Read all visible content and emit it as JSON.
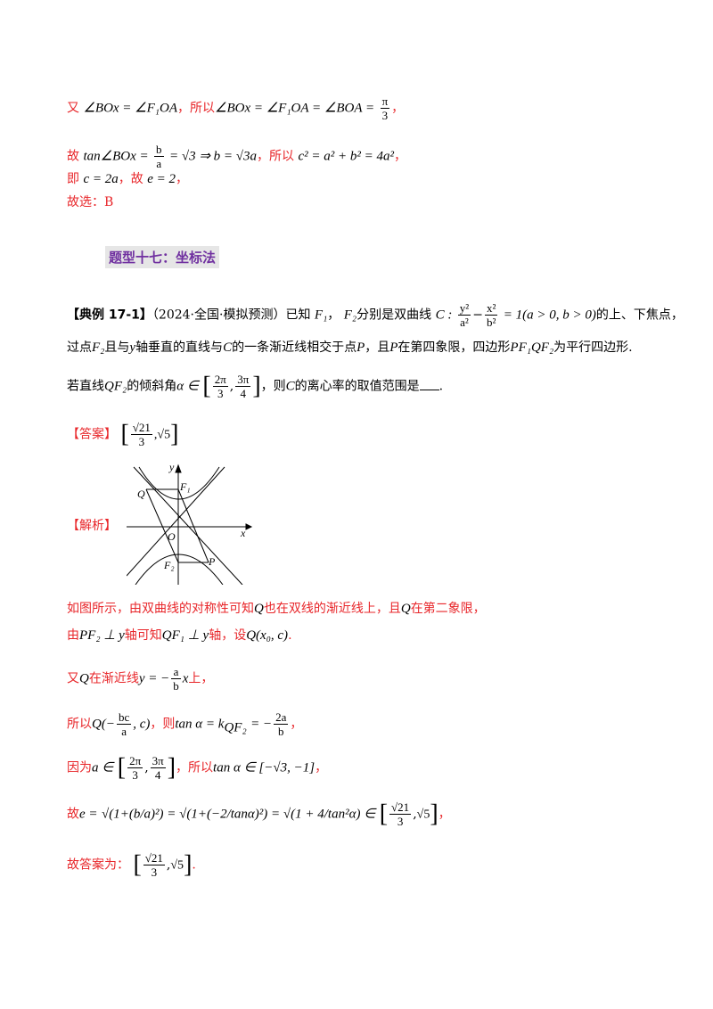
{
  "lines": {
    "l1_a": "又",
    "l1_b": "∠BOx = ∠F₁OA",
    "l1_c": "，所以",
    "l1_d": "∠BOx = ∠F₁OA = ∠BOA =",
    "l1_e": "，",
    "l2_a": "故",
    "l2_b": "tan∠BOx =",
    "l2_c": "= √3 ⇒ b = √3a",
    "l2_d": "，所以",
    "l2_e": "c² = a² + b² = 4a²",
    "l2_f": "，",
    "l3_a": "即",
    "l3_b": "c = 2a",
    "l3_c": "，故",
    "l3_d": "e = 2",
    "l3_e": "，",
    "l4": "故选：B",
    "heading": "题型十七：坐标法",
    "ex_tag": "【典例 17-1】",
    "ex_src": "（2024·全国·模拟预测）已知",
    "ex_f1": "F₁",
    "ex_comma": "，",
    "ex_f2": "F₂",
    "ex_mid": "分别是双曲线",
    "ex_c": "C :",
    "ex_cond": "= 1(a > 0, b > 0)",
    "ex_end": "的上、下焦点，",
    "p2": "过点",
    "p2_f2": "F₂",
    "p2_b": "且与",
    "p2_y": "y",
    "p2_c": "轴垂直的直线与",
    "p2_C": "C",
    "p2_d": "的一条渐近线相交于点",
    "p2_P": "P",
    "p2_e": "，且",
    "p2_P2": "P",
    "p2_f": "在第四象限，四边形",
    "p2_q": "PF₁QF₂",
    "p2_g": "为平行四边形.",
    "p3": "若直线",
    "p3_qf": "QF₂",
    "p3_b": "的倾斜角",
    "p3_alpha": "α ∈",
    "p3_c": "，则",
    "p3_C": "C",
    "p3_d": "的离心率的取值范围是",
    "p3_end": ".",
    "ans_tag": "【答案】",
    "ans_val": "√5",
    "jx_tag": "【解析】",
    "s1": "如图所示，由双曲线的对称性可知",
    "s1_q": "Q",
    "s1_b": "也在双线的渐近线上，且",
    "s1_q2": "Q",
    "s1_c": "在第二象限，",
    "s2": "由",
    "s2_a": "PF₂ ⊥ y",
    "s2_b": "轴可知",
    "s2_c": "QF₁ ⊥ y",
    "s2_d": "轴，设",
    "s2_e": "Q(x₀, c)",
    "s2_f": ".",
    "s3": "又",
    "s3_q": "Q",
    "s3_b": "在渐近线",
    "s3_c": "y = −",
    "s3_d": "x",
    "s3_e": "上，",
    "s4": "所以",
    "s4_q": "Q(−",
    "s4_c": ", c)",
    "s4_d": "，则",
    "s4_e": "tan α = k",
    "s4_sub": "QF₂",
    "s4_f": "= −",
    "s4_g": "，",
    "s5": "因为",
    "s5_a": "a ∈",
    "s5_b": "，所以",
    "s5_c": "tan α ∈ [−√3, −1]",
    "s5_d": "，",
    "s6": "故",
    "s6_a": "e =",
    "s6_b": "√(1+(b/a)²) = √(1+(−2/tanα)²) = √(1 + 4/tan²α) ∈",
    "s6_c": "√5",
    "s6_d": "，",
    "s7": "故答案为：",
    "s7_b": "√5",
    "s7_c": "."
  },
  "fracs": {
    "pi": "π",
    "three": "3",
    "b": "b",
    "a": "a",
    "y2": "y²",
    "a2": "a²",
    "x2": "x²",
    "b2": "b²",
    "twopi": "2π",
    "threepi": "3π",
    "four": "4",
    "sqrt21": "√21",
    "bc": "bc",
    "twoa": "2a"
  },
  "graph_labels": {
    "y": "y",
    "x": "x",
    "Q": "Q",
    "F1": "F₁",
    "O": "O",
    "F2": "F₂",
    "P": "P"
  },
  "colors": {
    "red": "#e8262a",
    "heading": "#7030a0"
  }
}
